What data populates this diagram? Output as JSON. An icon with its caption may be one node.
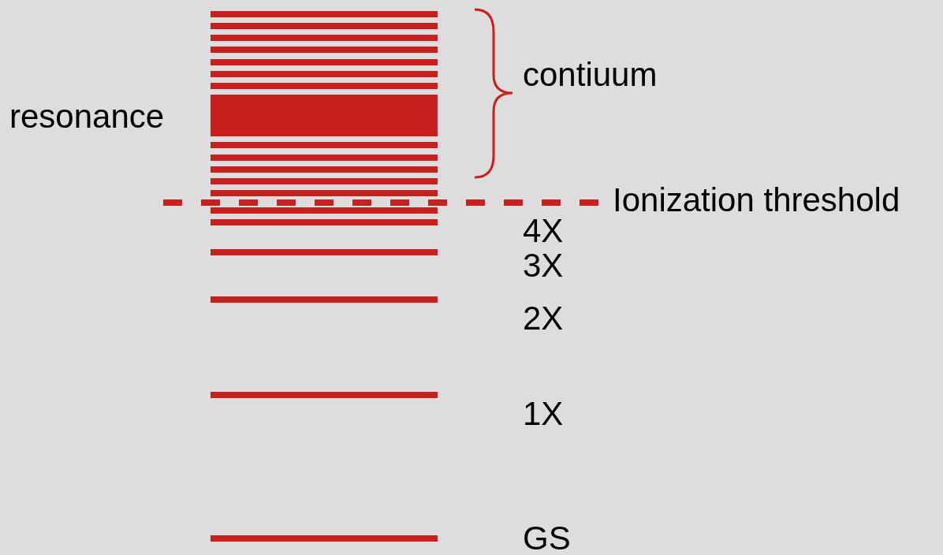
{
  "diagram": {
    "labels": [
      "contiuum",
      "resonance",
      "Ionization threshold",
      "4X",
      "3X",
      "2X",
      "1X",
      "GS"
    ]
  }
}
